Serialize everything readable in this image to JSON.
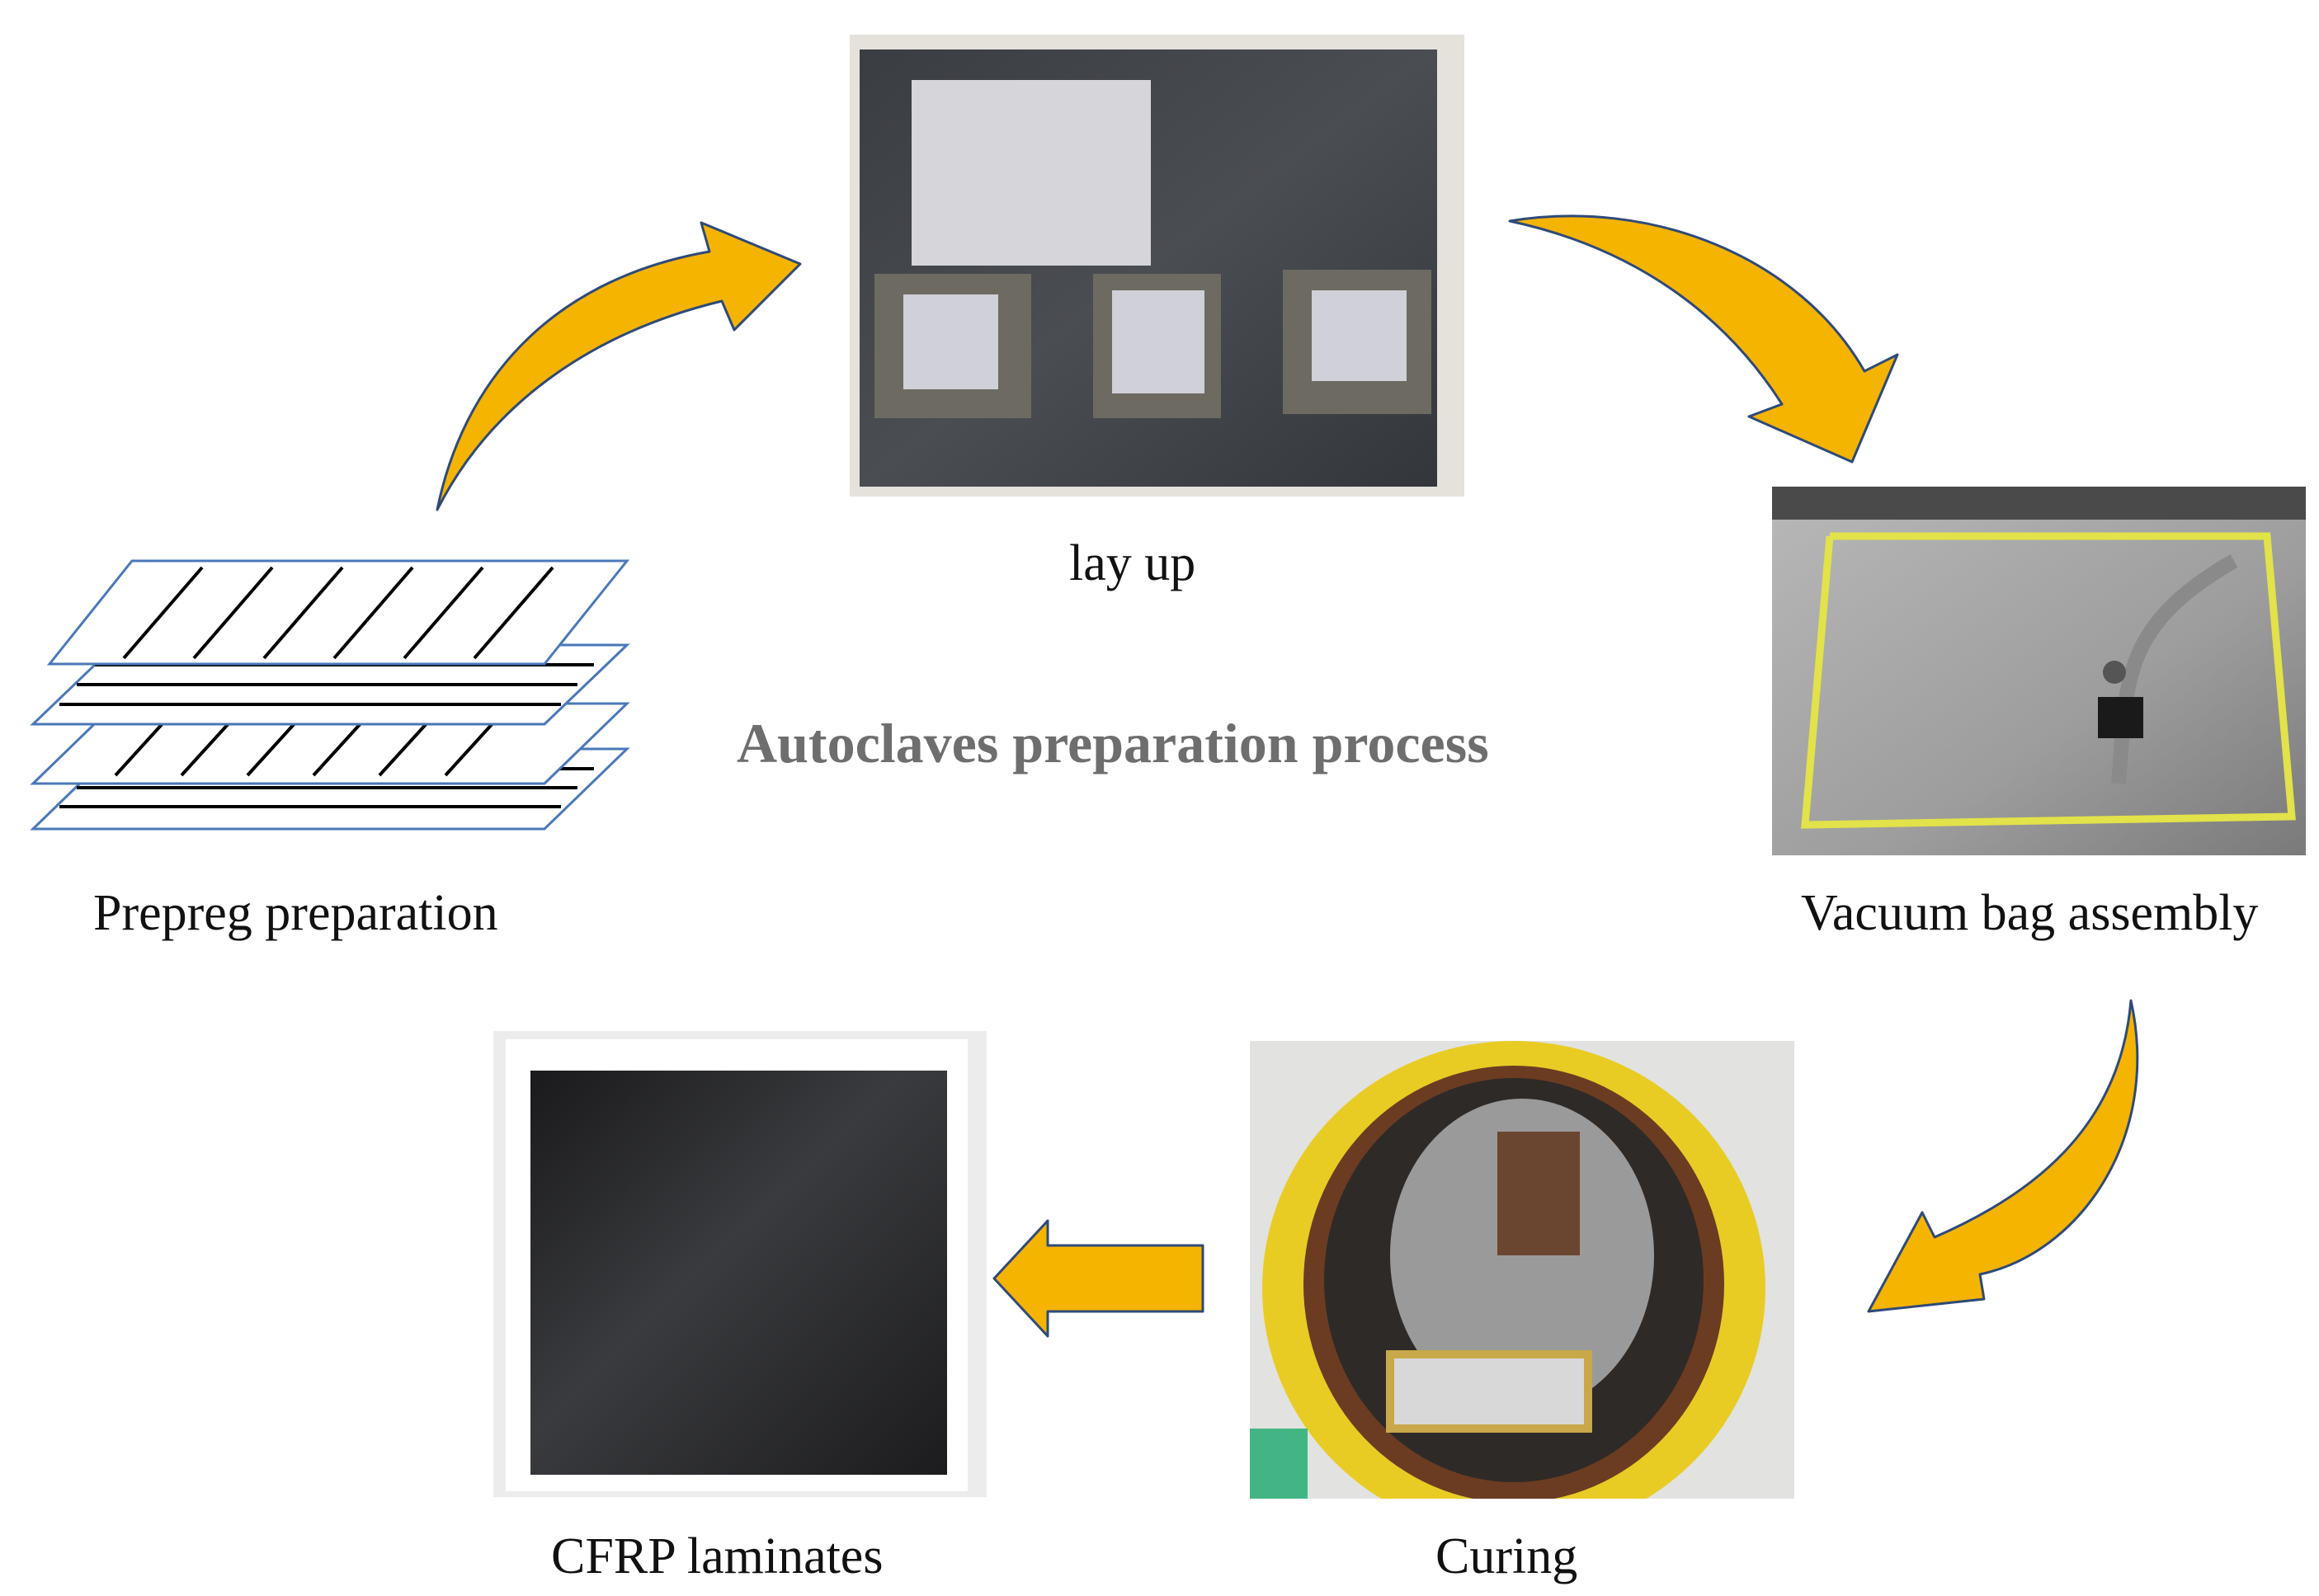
{
  "title": "Autoclaves preparation process",
  "steps": {
    "prepreg": {
      "label": "Prepreg preparation"
    },
    "layup": {
      "label": "lay up"
    },
    "vacuum": {
      "label": "Vacuum bag assembly"
    },
    "curing": {
      "label": "Curing"
    },
    "laminates": {
      "label": "CFRP laminates"
    }
  },
  "colors": {
    "arrow_fill": "#F5B400",
    "arrow_stroke": "#2E4A7A",
    "title": "#6e6e6e",
    "label": "#111111",
    "prepreg_outline": "#4A78B8"
  }
}
